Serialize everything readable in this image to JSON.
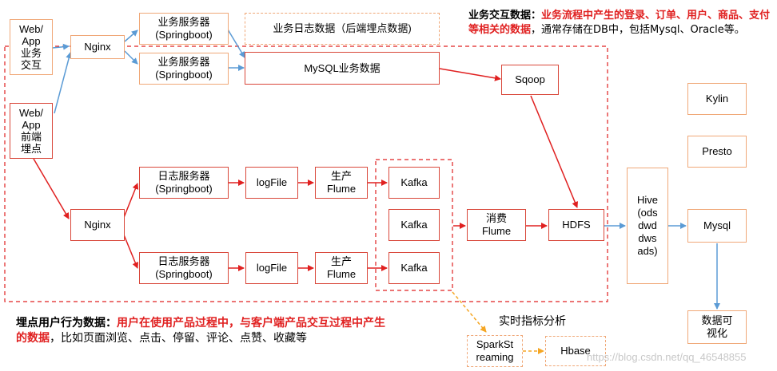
{
  "nodes": {
    "web_app_interact": "Web/\nApp\n业务\n交互",
    "web_app_track": "Web/\nApp\n前端\n埋点",
    "nginx_top": "Nginx",
    "biz_server_1": "业务服务器\n(Springboot)",
    "biz_server_2": "业务服务器\n(Springboot)",
    "biz_log_data": "业务日志数据（后端埋点数据)",
    "mysql_biz": "MySQL业务数据",
    "sqoop": "Sqoop",
    "kylin": "Kylin",
    "presto": "Presto",
    "nginx_bottom": "Nginx",
    "log_server_1": "日志服务器\n(Springboot)",
    "log_server_2": "日志服务器\n(Springboot)",
    "logfile_1": "logFile",
    "logfile_2": "logFile",
    "flume_prod_1": "生产\nFlume",
    "flume_prod_2": "生产\nFlume",
    "kafka_1": "Kafka",
    "kafka_2": "Kafka",
    "kafka_3": "Kafka",
    "flume_consume": "消费\nFlume",
    "hdfs": "HDFS",
    "hive": "Hive\n(ods\ndwd\ndws\nads)",
    "mysql_out": "Mysql",
    "visual": "数据可\n视化",
    "spark": "SparkSt\nreaming",
    "hbase": "Hbase"
  },
  "notes": {
    "biz_title": "业务交互数据：",
    "biz_highlight": "业务流程中产生的登录、订单、用户、商品、支付等相关的数据",
    "biz_rest": "，通常存储在DB中，包括Mysql、Oracle等。",
    "track_title": "埋点用户行为数据：",
    "track_highlight": "用户在使用产品过程中，与客户端产品交互过程中产生的数据",
    "track_rest": "，比如页面浏览、点击、停留、评论、点赞、收藏等",
    "realtime": "实时指标分析",
    "watermark": "https://blog.csdn.net/qq_46548855"
  },
  "colors": {
    "red": "#e02020",
    "blue": "#5b9bd5",
    "orange": "#f0a878",
    "orange_arrow": "#f5a623"
  }
}
